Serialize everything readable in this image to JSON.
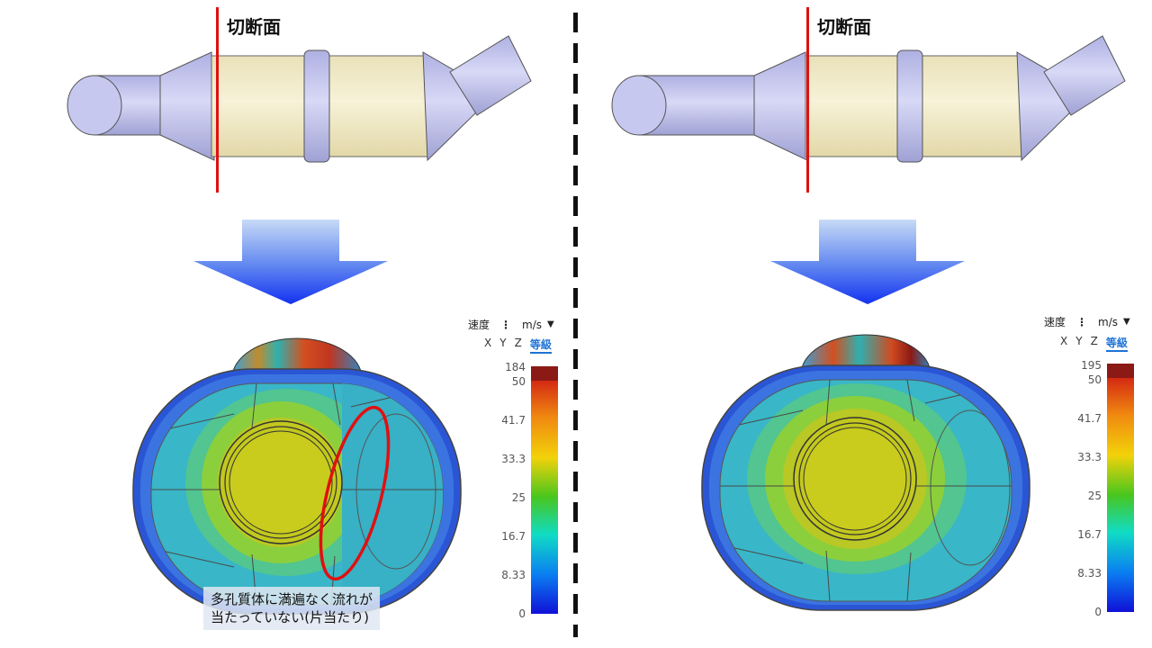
{
  "panels": [
    {
      "section_label": "切断面",
      "legend": {
        "quantity": "速度",
        "unit": "m/s",
        "tabs": [
          "X",
          "Y",
          "Z",
          "等級"
        ],
        "active_tab": "等級",
        "max_label": "184",
        "ticks": [
          "50",
          "41.7",
          "33.3",
          "25",
          "16.7",
          "8.33",
          "0"
        ]
      },
      "note": "多孔質体に満遍なく流れが\n当たっていない(片当たり)"
    },
    {
      "section_label": "切断面",
      "legend": {
        "quantity": "速度",
        "unit": "m/s",
        "tabs": [
          "X",
          "Y",
          "Z",
          "等級"
        ],
        "active_tab": "等級",
        "max_label": "195",
        "ticks": [
          "50",
          "41.7",
          "33.3",
          "25",
          "16.7",
          "8.33",
          "0"
        ]
      }
    }
  ],
  "colors": {
    "cut_line": "#e01010",
    "highlight_ellipse": "#e01010",
    "substrate": "#f2ebc7",
    "shell": "#c8c9ee",
    "flow_arrow": "#1c46f2"
  }
}
